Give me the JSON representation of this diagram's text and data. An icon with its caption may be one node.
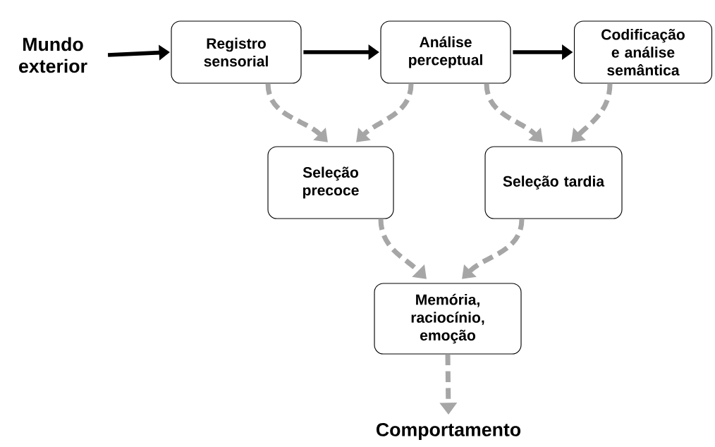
{
  "diagram": {
    "nodes": [
      {
        "text": [
          "Mundo exterior"
        ]
      },
      {
        "text": [
          "Registro sensorial"
        ]
      },
      {
        "text": [
          "Análise perceptual"
        ]
      },
      {
        "text": [
          "Codificação e análise semântica"
        ]
      },
      {
        "text": [
          "Seleção precoce"
        ]
      },
      {
        "text": [
          "Seleção tardia"
        ]
      },
      {
        "text": [
          "Memória, raciocínio, emoção"
        ]
      },
      {
        "text": [
          "Comportamento"
        ]
      }
    ],
    "edges": [
      {
        "from": 0,
        "to": 1,
        "arrow": "to",
        "color": "#000000"
      },
      {
        "from": 1,
        "to": 2,
        "arrow": "to",
        "color": "#000000"
      },
      {
        "from": 2,
        "to": 3,
        "arrow": "to",
        "color": "#000000"
      },
      {
        "from": 1,
        "to": 4,
        "arrow": "to",
        "style": "dashed"
      },
      {
        "from": 2,
        "to": 4,
        "arrow": "to",
        "style": "dashed"
      },
      {
        "from": 2,
        "to": 5,
        "arrow": "to",
        "style": "dashed"
      },
      {
        "from": 3,
        "to": 5,
        "arrow": "to",
        "style": "dashed"
      },
      {
        "from": 4,
        "to": 6,
        "arrow": "to",
        "style": "dashed"
      },
      {
        "from": 5,
        "to": 6,
        "arrow": "to",
        "style": "dashed"
      },
      {
        "from": 6,
        "to": 7,
        "arrow": "to",
        "style": "dashed"
      }
    ]
  }
}
